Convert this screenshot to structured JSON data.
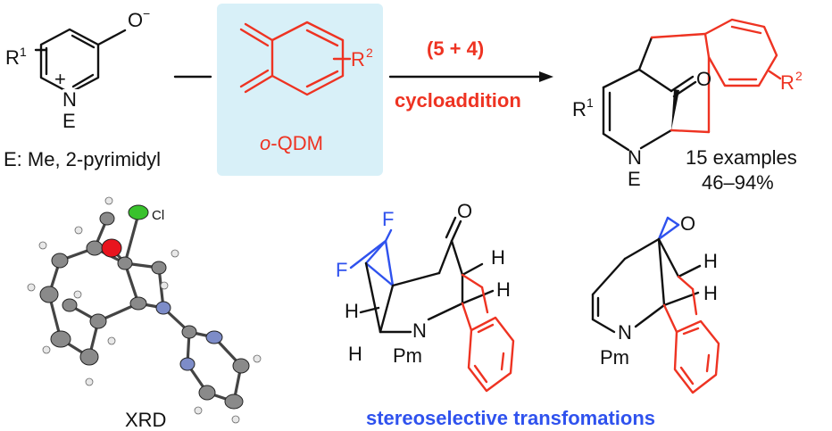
{
  "reactant": {
    "oxide": "O",
    "charge_minus": "−",
    "r1": "R",
    "r1_sup": "1",
    "plus": "+",
    "n": "N",
    "e": "E",
    "note": "E: Me, 2-pyrimidyl"
  },
  "reagent": {
    "r2": "R",
    "r2_sup": "2",
    "name_italic": "o",
    "name_rest": "-QDM",
    "box_color": "#d8f0f8"
  },
  "arrow": {
    "top": "(5 + 4)",
    "bottom": "cycloaddition"
  },
  "product": {
    "o": "O",
    "r1": "R",
    "r1_sup": "1",
    "r2": "R",
    "r2_sup": "2",
    "n": "N",
    "e": "E",
    "examples": "15 examples",
    "yield": "46–94%"
  },
  "xrd": {
    "label": "XRD",
    "cl": "Cl"
  },
  "derivative1": {
    "o": "O",
    "f1": "F",
    "f2": "F",
    "h1": "H",
    "h2": "H",
    "h3": "H",
    "h4": "H",
    "n": "N",
    "pm": "Pm"
  },
  "derivative2": {
    "o": "O",
    "h1": "H",
    "h2": "H",
    "n": "N",
    "pm": "Pm"
  },
  "caption": "stereoselective transfomations",
  "colors": {
    "red": "#ee3322",
    "blue": "#2f52ee",
    "black": "#111111"
  }
}
